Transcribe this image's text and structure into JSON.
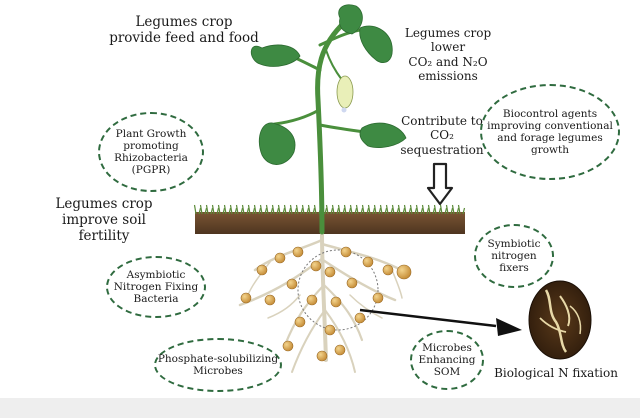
{
  "labels": {
    "feed_food": [
      "Legumes crop",
      "provide feed and food"
    ],
    "lower_emissions": [
      "Legumes crop",
      "lower",
      "CO₂ and N₂O",
      "emissions"
    ],
    "sequestration": [
      "Contribute to",
      "CO₂",
      "sequestration"
    ],
    "soil_fertility": [
      "Legumes crop",
      "improve soil",
      "fertility"
    ],
    "biological_n": "Biological N fixation"
  },
  "bubbles": {
    "pgpr": [
      "Plant Growth",
      "promoting",
      "Rhizobacteria",
      "(PGPR)"
    ],
    "biocontrol": [
      "Biocontrol agents",
      "improving conventional",
      "and forage legumes",
      "growth"
    ],
    "symbiotic": [
      "Symbiotic",
      "nitrogen",
      "fixers"
    ],
    "asymbiotic": [
      "Asymbiotic",
      "Nitrogen Fixing",
      "Bacteria"
    ],
    "phosphate": [
      "Phosphate-solubilizing",
      "Microbes"
    ],
    "som": [
      "Microbes",
      "Enhancing",
      "SOM"
    ]
  },
  "colors": {
    "dashed_border": "#2f6b3f",
    "leaf": "#3e8a43",
    "stem": "#4a8f3c",
    "soil": "#6b4a2a",
    "grass": "#5a8a38",
    "root": "#d9d2bd",
    "nodule": "#d8a24a"
  }
}
